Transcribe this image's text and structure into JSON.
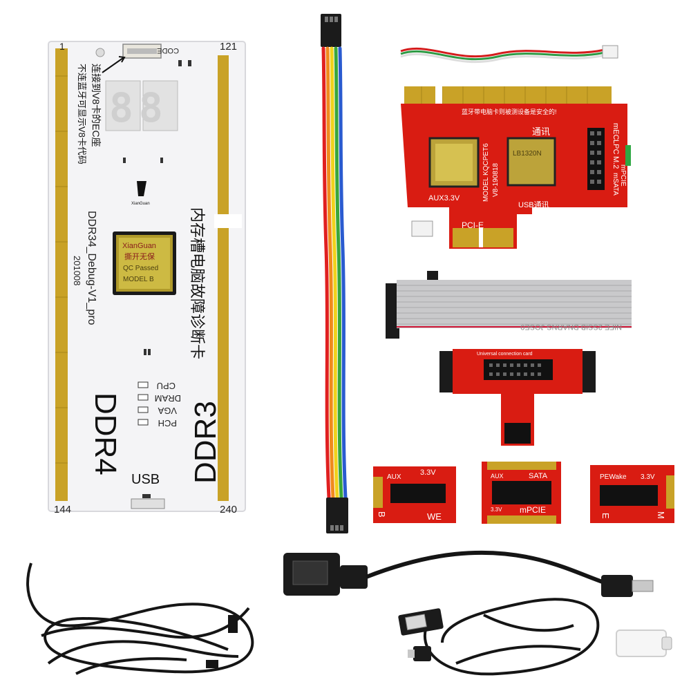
{
  "ddr_card": {
    "pin_top_left": "1",
    "pin_top_right": "121",
    "pin_bottom_left": "144",
    "pin_bottom_right": "240",
    "code_label": "CODE",
    "arrow_note": "连接到V8卡的EC座",
    "bluetooth_note": "不连蓝牙可显示V8卡代码",
    "seven_seg": "88",
    "title_cn": "内存槽电脑故障诊断卡",
    "model_line": "DDR34_Debug-V1_pro",
    "date_line": "201008",
    "chip_line1": "XianGuan",
    "chip_line2": "撕开无保",
    "chip_line3": "QC Passed",
    "chip_line4": "MODEL B",
    "leds": [
      "CPU",
      "DRAM",
      "VGA",
      "PCH"
    ],
    "ddr4": "DDR4",
    "ddr3": "DDR3",
    "usb": "USB",
    "logo_text": "XianGuan"
  },
  "pcie_card": {
    "top_cn": "蓝牙带电脑卡则被测设备是安全的!",
    "tongxun": "通讯",
    "model": "MODEL KQCPET6",
    "version": "V8-190818",
    "chip_text": "LB1320N",
    "aux": "AUX3.3V",
    "usb_tx": "USB通讯",
    "ec": "EC",
    "pcie": "PCI-E",
    "side_labels": [
      "mEC",
      "LPC",
      "M.2",
      "mPCIE",
      "mSATA"
    ]
  },
  "ribbon_cable": {
    "print": "NIFE 2SSIB DNARNS JOSE0"
  },
  "t_adapter": {
    "label": "Universal connection card"
  },
  "small_cards": [
    {
      "top_left": "AUX",
      "top_right": "3.3V",
      "bottom_left": "B",
      "bottom_right": "WE"
    },
    {
      "top_left": "AUX",
      "top_right": "SATA",
      "bottom_left": "3.3V",
      "bottom_right": "mPCIE"
    },
    {
      "top_left": "PEWake",
      "top_right": "3.3V",
      "bottom_left": "E",
      "bottom_right": "M"
    }
  ],
  "colors": {
    "pcb_white": "#f4f4f6",
    "gold": "#c9a227",
    "pcb_red": "#d91c12",
    "cable_black": "#151515",
    "ribbon_grey": "#c9c9cb"
  }
}
